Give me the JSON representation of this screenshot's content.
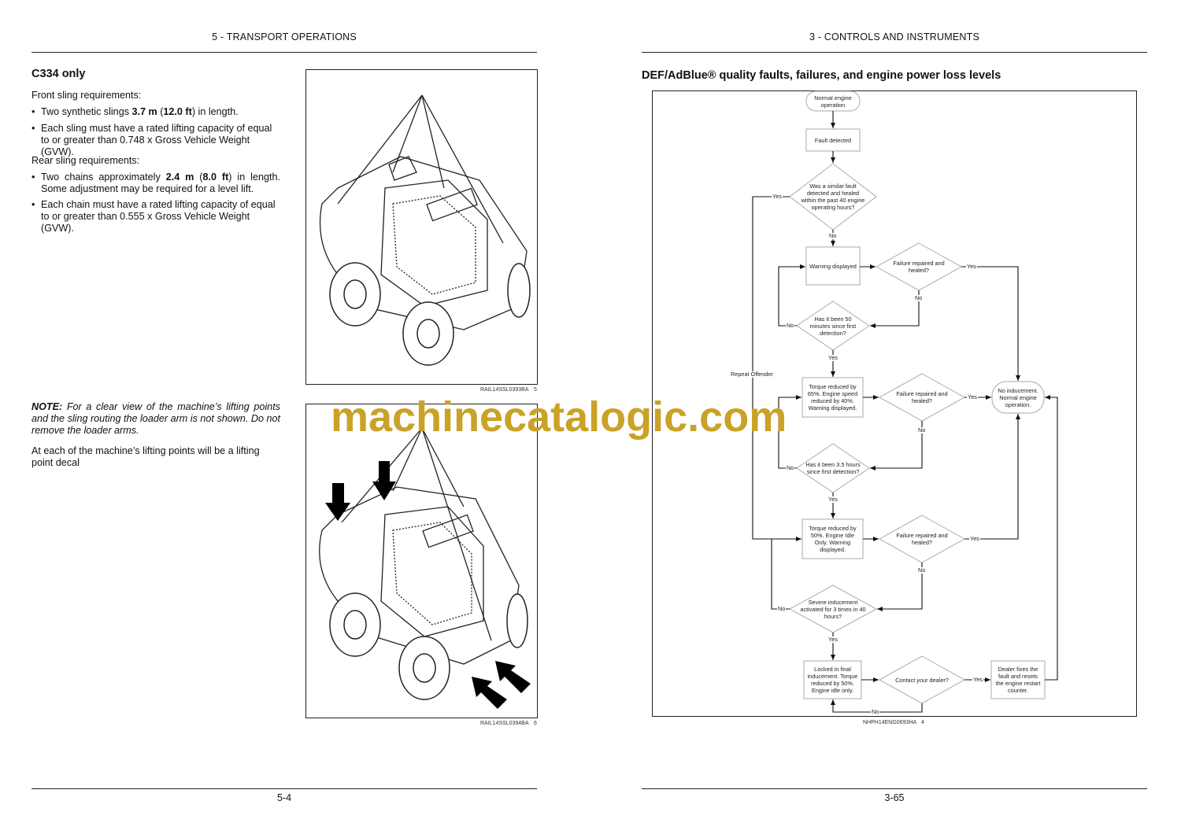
{
  "left_page": {
    "header": "5 - TRANSPORT OPERATIONS",
    "section_title": "C334 only",
    "front_heading": "Front sling requirements:",
    "front_bullets": [
      [
        "Two synthetic slings ",
        "3.7 m",
        " (",
        "12.0 ft",
        ") in length."
      ],
      "Each sling must have a rated lifting capacity of equal to or greater than 0.748 x Gross Vehicle Weight (GVW)."
    ],
    "rear_heading": "Rear sling requirements:",
    "rear_bullets": [
      [
        "Two chains approximately ",
        "2.4 m",
        " (",
        "8.0 ft",
        ") in length. Some adjustment may be required for a level lift."
      ],
      "Each chain must have a rated lifting capacity of equal to or greater than 0.555 x Gross Vehicle Weight (GVW)."
    ],
    "note_label": "NOTE:",
    "note_text": " For a clear view of the machine’s lifting points and the sling routing the loader arm is not shown.  Do not remove the loader arms.",
    "decal_text": "At each of the machine’s lifting points will be a lifting point decal",
    "figures": [
      {
        "code": "RAIL14SSL0393BA",
        "number": "5"
      },
      {
        "code": "RAIL14SSL0394BA",
        "number": "6"
      }
    ],
    "page_number": "5-4"
  },
  "right_page": {
    "header": "3 - CONTROLS AND INSTRUMENTS",
    "section_title": "DEF/AdBlue® quality faults, failures, and engine power loss levels",
    "figure": {
      "code": "NHPH14ENG0693HA",
      "number": "4"
    },
    "page_number": "3-65",
    "flowchart": {
      "start": "Normal engine\noperation",
      "fault": "Fault detected",
      "q_similar": "Was a similar fault\ndetected and healed\nwithin the past 40 engine\noperating hours?",
      "warning": "Warning displayed",
      "q_repaired_1": "Failure repaired and\nhealed?",
      "q_50min": "Has it been 50\nminutes since first\ndetection?",
      "torque65": "Torque reduced by\n65%.  Engine speed\nreduced by 40%.\nWarning displayed.",
      "q_repaired_2": "Failure repaired and\nhealed?",
      "no_inducement": "No inducement.\nNormal engine\noperation.",
      "q_35h": "Has it been 3.5 hours\nsince first detection?",
      "torque50": "Torque reduced by\n50%.  Engine Idle\nOnly.  Warning\ndisplayed.",
      "q_repaired_3": "Failure repaired and\nhealed?",
      "q_severe": "Severe inducement\nactivated for 3 times in 40\nhours?",
      "locked": "Locked in final\ninducement. Torque\nreduced by 50%.\nEngine idle only.",
      "q_dealer": "Contact your dealer?",
      "dealer_fix": "Dealer fixes the\nfault and resets\nthe engine restart\ncounter.",
      "repeat_offender": "Repeat Offender",
      "yes": "Yes",
      "no": "No"
    }
  },
  "watermark": "machinecatalogic.com"
}
